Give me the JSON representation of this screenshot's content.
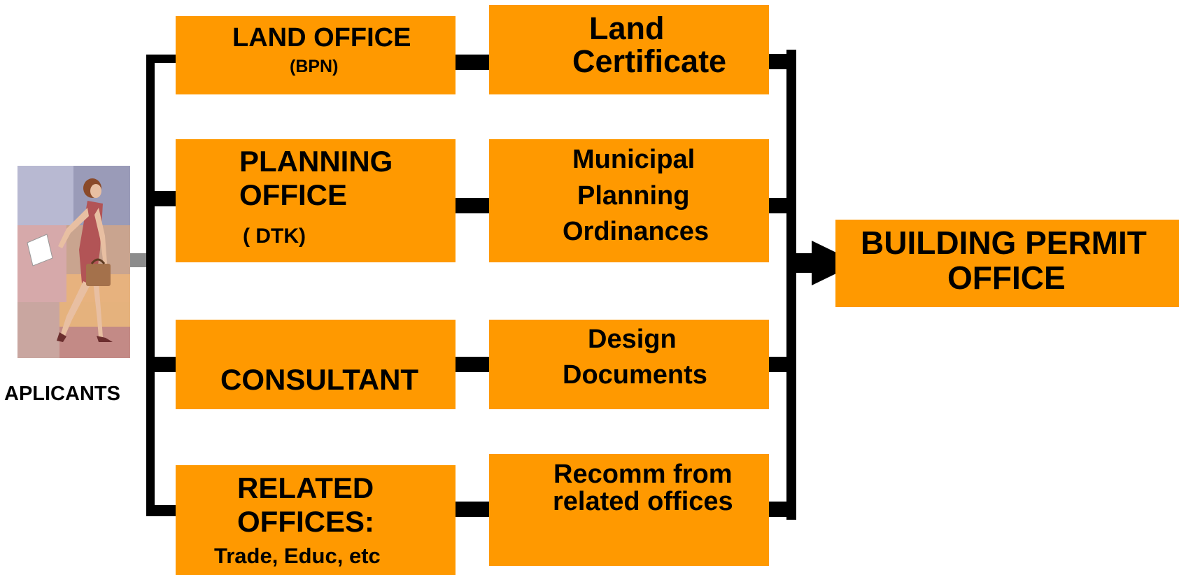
{
  "colors": {
    "box_fill": "#FF9900",
    "connector": "#000000"
  },
  "applicant": {
    "label": "APLICANTS",
    "icon": "walking-woman-with-briefcase-clipart"
  },
  "offices": [
    {
      "title": "LAND OFFICE",
      "sub": "(BPN)"
    },
    {
      "title_line1": "PLANNING",
      "title_line2": "OFFICE",
      "sub": "( DTK)"
    },
    {
      "title": "CONSULTANT"
    },
    {
      "title_line1": "RELATED",
      "title_line2": "OFFICES:",
      "sub": "Trade, Educ, etc"
    }
  ],
  "documents": [
    {
      "line1": "Land",
      "line2": "Certificate"
    },
    {
      "line1": "Municipal",
      "line2": "Planning",
      "line3": "Ordinances"
    },
    {
      "line1": "Design",
      "line2": "Documents"
    },
    {
      "line1": "Recomm from",
      "line2": "related offices"
    }
  ],
  "target": {
    "line1": "BUILDING PERMIT",
    "line2": "OFFICE"
  }
}
